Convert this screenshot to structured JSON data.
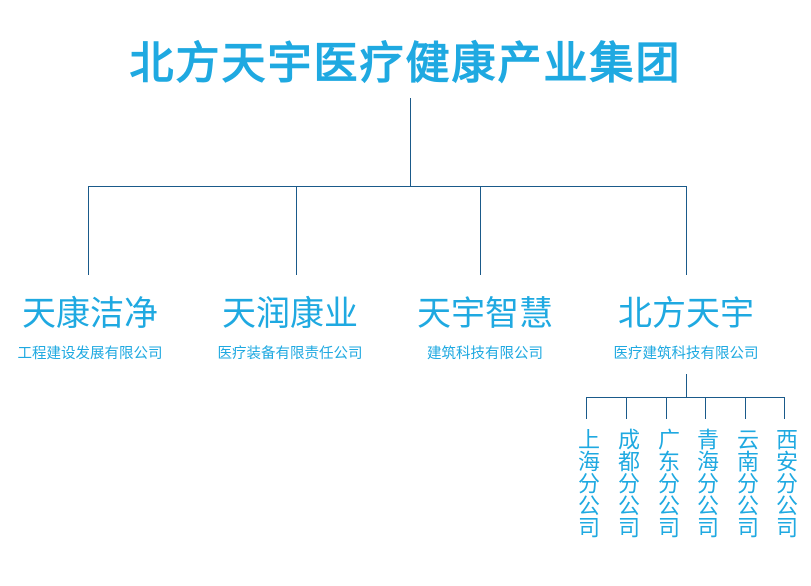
{
  "title": "北方天宇医疗健康产业集团",
  "companies": [
    {
      "name": "天康洁净",
      "desc": "工程建设发展有限公司"
    },
    {
      "name": "天润康业",
      "desc": "医疗装备有限责任公司"
    },
    {
      "name": "天宇智慧",
      "desc": "建筑科技有限公司"
    },
    {
      "name": "北方天宇",
      "desc": "医疗建筑科技有限公司"
    }
  ],
  "branches": [
    "上海分公司",
    "成都分公司",
    "广东分公司",
    "青海分公司",
    "云南分公司",
    "西安分公司"
  ]
}
